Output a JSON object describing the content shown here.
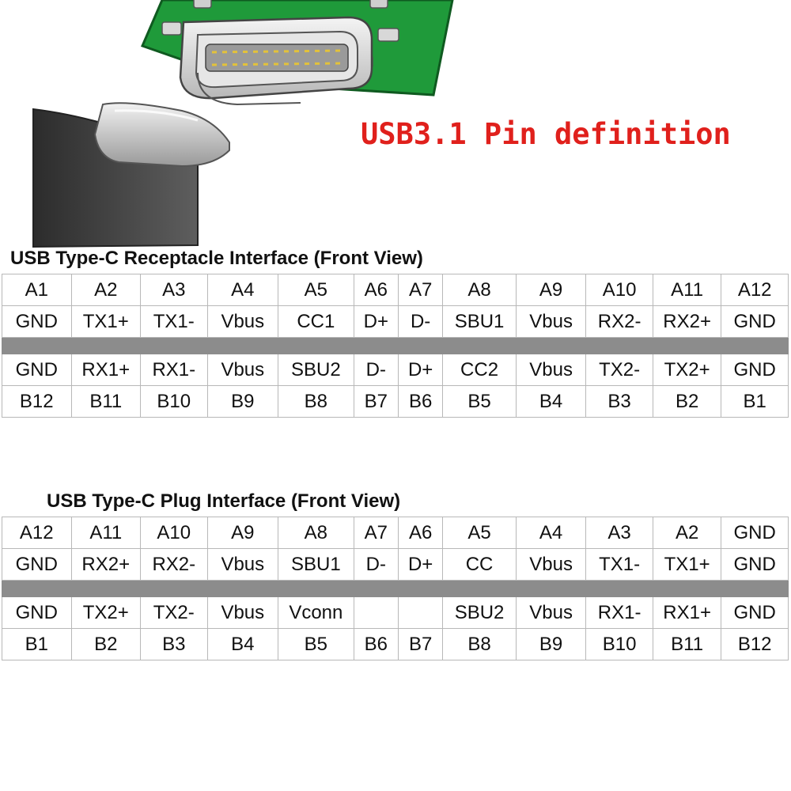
{
  "title": "USB3.1 Pin definition",
  "receptacle": {
    "title": "USB Type-C Receptacle Interface (Front View)",
    "rows": [
      [
        "A1",
        "A2",
        "A3",
        "A4",
        "A5",
        "A6",
        "A7",
        "A8",
        "A9",
        "A10",
        "A11",
        "A12"
      ],
      [
        "GND",
        "TX1+",
        "TX1-",
        "Vbus",
        "CC1",
        "D+",
        "D-",
        "SBU1",
        "Vbus",
        "RX2-",
        "RX2+",
        "GND"
      ],
      null,
      [
        "GND",
        "RX1+",
        "RX1-",
        "Vbus",
        "SBU2",
        "D-",
        "D+",
        "CC2",
        "Vbus",
        "TX2-",
        "TX2+",
        "GND"
      ],
      [
        "B12",
        "B11",
        "B10",
        "B9",
        "B8",
        "B7",
        "B6",
        "B5",
        "B4",
        "B3",
        "B2",
        "B1"
      ]
    ]
  },
  "plug": {
    "title": "USB Type-C Plug Interface (Front View)",
    "rows": [
      [
        "A12",
        "A11",
        "A10",
        "A9",
        "A8",
        "A7",
        "A6",
        "A5",
        "A4",
        "A3",
        "A2",
        "GND"
      ],
      [
        "GND",
        "RX2+",
        "RX2-",
        "Vbus",
        "SBU1",
        "D-",
        "D+",
        "CC",
        "Vbus",
        "TX1-",
        "TX1+",
        "GND"
      ],
      null,
      [
        "GND",
        "TX2+",
        "TX2-",
        "Vbus",
        "Vconn",
        "",
        "",
        "SBU2",
        "Vbus",
        "RX1-",
        "RX1+",
        "GND"
      ],
      [
        "B1",
        "B2",
        "B3",
        "B4",
        "B5",
        "B6",
        "B7",
        "B8",
        "B9",
        "B10",
        "B11",
        "B12"
      ]
    ]
  },
  "colors": {
    "title_red": "#e0201c",
    "pcb_green": "#1f9a3a",
    "separator_gray": "#8c8c8c",
    "cable_dark": "#3a3a3a"
  }
}
